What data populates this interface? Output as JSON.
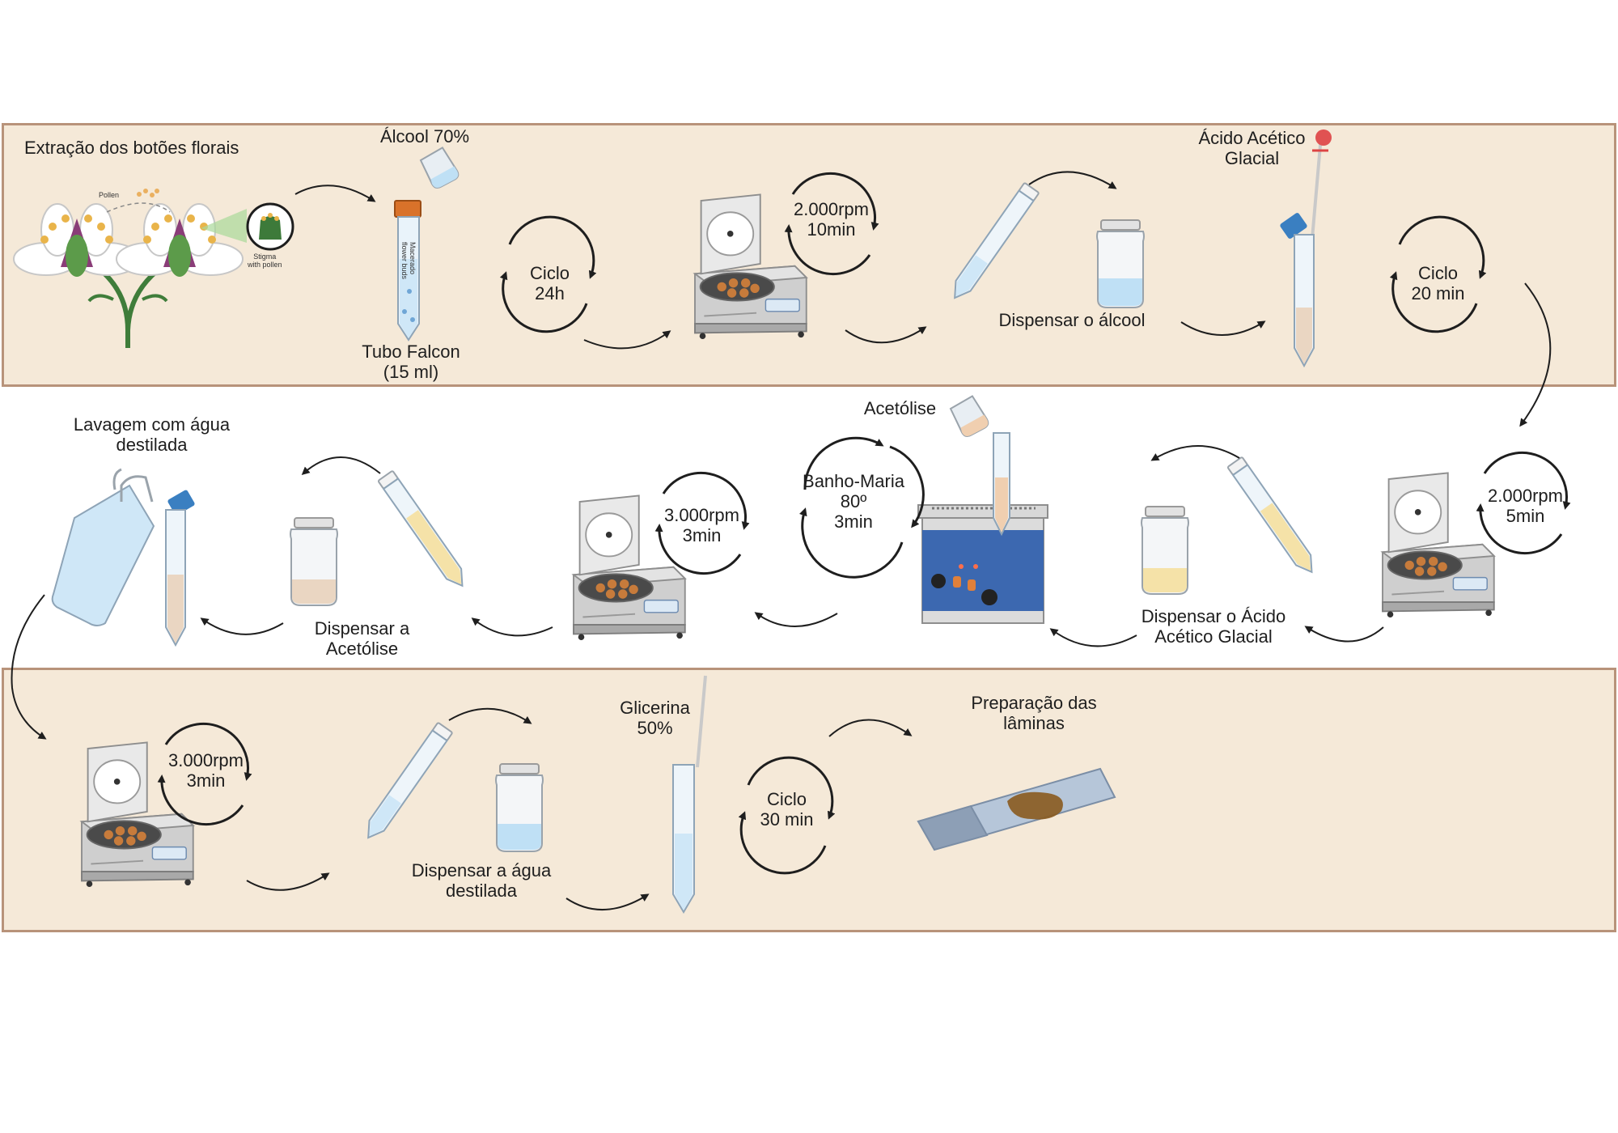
{
  "row1": {
    "extraction": "Extração dos botões florais",
    "pollen": "Pollen",
    "stigma": "Stigma\nwith pollen",
    "alcohol": "Álcool 70%",
    "tube_text": "Macerado\nflower buds",
    "falcon": "Tubo Falcon\n(15 ml)",
    "cycle1": "Ciclo\n24h",
    "spin1": "2.000rpm\n10min",
    "dispense_alcohol": "Dispensar o álcool",
    "acetic": "Ácido Acético\nGlacial",
    "cycle2": "Ciclo\n20 min"
  },
  "row2": {
    "wash": "Lavagem com água\ndestilada",
    "dispense_acetolysis": "Dispensar a\nAcetólise",
    "spin3": "3.000rpm\n3min",
    "acetolysis": "Acetólise",
    "bath": "Banho-Maria\n80º\n3min",
    "dispense_acetic": "Dispensar o Ácido\nAcético Glacial",
    "spin2": "2.000rpm\n5min"
  },
  "row3": {
    "spin4": "3.000rpm\n3min",
    "dispense_water": "Dispensar a água\ndestilada",
    "glycerin": "Glicerina\n50%",
    "cycle3": "Ciclo\n30 min",
    "slides": "Preparação das\nlâminas"
  },
  "colors": {
    "band_fill": "#f5e9d8",
    "band_border": "#b8937a",
    "centrifuge": "#d6d6d6",
    "cap_blue": "#3a7fc1",
    "cap_orange": "#d9722a",
    "liquid_blue": "#bfe0f5",
    "liquid_yellow": "#f5e2a8",
    "liquid_beige": "#ead6c2",
    "bath_blue": "#3c68b0",
    "residue": "#8a5a1e"
  }
}
